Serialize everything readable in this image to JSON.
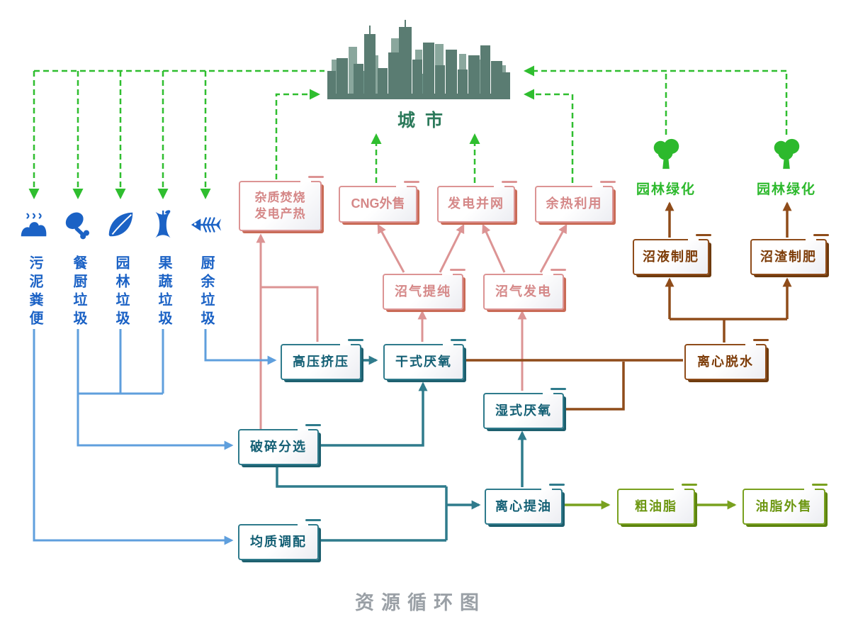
{
  "title": "资源循环图",
  "city": {
    "label": "城市"
  },
  "waste_streams": [
    {
      "label": "污泥粪便",
      "icon": "sludge-icon"
    },
    {
      "label": "餐厨垃圾",
      "icon": "drumstick-icon"
    },
    {
      "label": "园林垃圾",
      "icon": "leaf-icon"
    },
    {
      "label": "果蔬垃圾",
      "icon": "apple-core-icon"
    },
    {
      "label": "厨余垃圾",
      "icon": "fishbone-icon"
    }
  ],
  "city_outputs": {
    "incineration": "杂质焚烧\n发电产热",
    "cng_sale": "CNG外售",
    "grid_power": "发电并网",
    "waste_heat": "余热利用"
  },
  "biogas": {
    "purification": "沼气提纯",
    "generation": "沼气发电"
  },
  "processes": {
    "high_pressure_squeeze": "高压挤压",
    "dry_anaerobic": "干式厌氧",
    "wet_anaerobic": "湿式厌氧",
    "crush_sort": "破碎分选",
    "homogenize": "均质调配",
    "oil_extraction": "离心提油"
  },
  "fertilizer": {
    "dewatering": "离心脱水",
    "liquid": "沼液制肥",
    "residue": "沼渣制肥"
  },
  "greening": {
    "left_label": "园林绿化",
    "right_label": "园林绿化"
  },
  "oil_chain": {
    "crude": "粗油脂",
    "sale": "油脂外售"
  },
  "colors": {
    "green_arrow": "#2fbe2f",
    "blue_icon": "#1b62c5",
    "blue_arrow": "#5f9fdd",
    "pink": "#dc9494",
    "teal": "#2f7b8c",
    "brown": "#8f4c1a",
    "olive": "#79a11f",
    "city_silhouette": "#5a7c72",
    "title_gray": "#9aa0a6"
  }
}
